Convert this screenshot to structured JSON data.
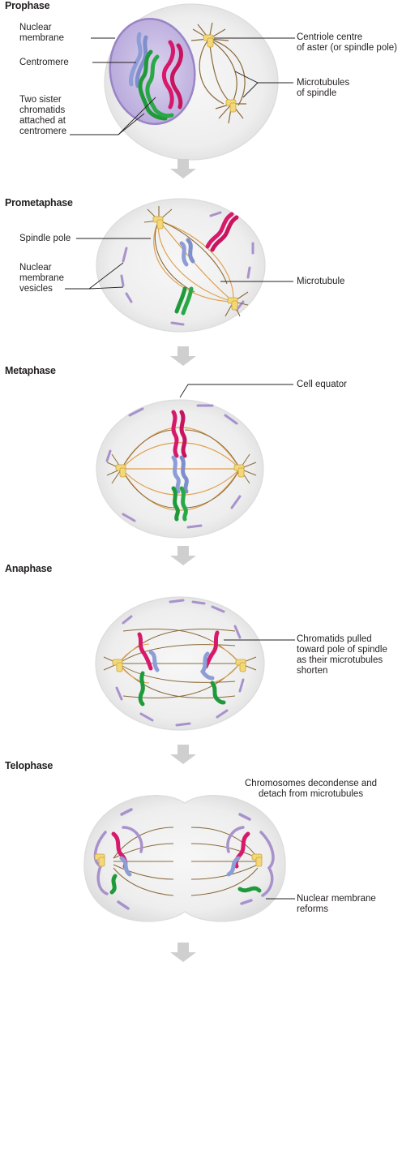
{
  "stages": [
    {
      "id": "prophase",
      "title": "Prophase",
      "labels": {
        "nuclear_membrane": "Nuclear\nmembrane",
        "centromere": "Centromere",
        "sister_chromatids": "Two sister\nchromatids\nattached at\ncentromere",
        "centriole": "Centriole centre\nof aster (or spindle pole)",
        "microtubules": "Microtubules\nof spindle"
      }
    },
    {
      "id": "prometaphase",
      "title": "Prometaphase",
      "labels": {
        "spindle_pole": "Spindle pole",
        "vesicles": "Nuclear\nmembrane\nvesicles",
        "microtubule": "Microtubule"
      }
    },
    {
      "id": "metaphase",
      "title": "Metaphase",
      "labels": {
        "cell_equator": "Cell equator"
      }
    },
    {
      "id": "anaphase",
      "title": "Anaphase",
      "labels": {
        "chromatids_pulled": "Chromatids pulled\ntoward pole of spindle\nas their microtubules\nshorten"
      }
    },
    {
      "id": "telophase",
      "title": "Telophase",
      "labels": {
        "decondense": "Chromosomes decondense and\ndetach from microtubules",
        "reforms": "Nuclear membrane\nreforms"
      }
    }
  ],
  "colors": {
    "cell_fill": "#ececec",
    "cell_edge": "#d6d6d6",
    "nucleus_fill": "#c8bde4",
    "nucleus_edge": "#9a84c6",
    "vesicle": "#a892cc",
    "chromosome_red": "#d6196b",
    "chromosome_green": "#1f9a3a",
    "chromosome_blue": "#8d9dd6",
    "microtubule": "#8a6a3a",
    "spindle_orange": "#e0a050",
    "centriole": "#f4d878",
    "leader_line": "#231f20",
    "arrow": "#cfcfcf"
  }
}
